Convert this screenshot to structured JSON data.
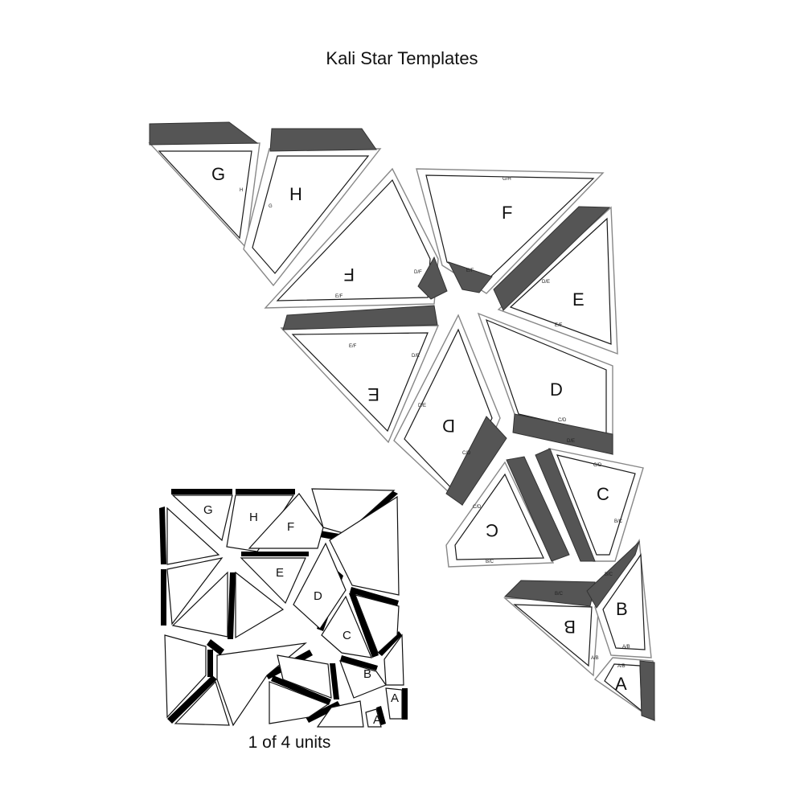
{
  "title": "Kali Star Templates",
  "caption": "1 of 4 units",
  "templates": {
    "G": {
      "letter": "G",
      "mark": "H"
    },
    "H": {
      "letter": "H",
      "mark": "G"
    },
    "F1": {
      "letter": "F",
      "mark_a": "E/F",
      "mark_b": "D/F"
    },
    "F2": {
      "letter": "F",
      "mark_a": "G/H",
      "mark_b": "E/F"
    },
    "E1": {
      "letter": "E",
      "mark_a": "E/F",
      "mark_b": "D/E"
    },
    "E2": {
      "letter": "E",
      "mark_a": "E/F",
      "mark_b": "D/E"
    },
    "D1": {
      "letter": "D",
      "mark_a": "D/E",
      "mark_b": "C/D"
    },
    "D2": {
      "letter": "D",
      "mark_a": "C/D",
      "mark_b": "D/E"
    },
    "C1": {
      "letter": "C",
      "mark_a": "C/D",
      "mark_b": "B/C"
    },
    "C2": {
      "letter": "C",
      "mark_a": "C/D",
      "mark_b": "B/C"
    },
    "B1": {
      "letter": "B",
      "mark_a": "A/B",
      "mark_b": "B/C"
    },
    "B2": {
      "letter": "B",
      "mark_a": "A/B",
      "mark_b": "B/C"
    },
    "A": {
      "letter": "A",
      "mark_a": "A/B"
    }
  },
  "unit_labels": [
    "G",
    "H",
    "F",
    "E",
    "D",
    "C",
    "B",
    "A",
    "A"
  ]
}
